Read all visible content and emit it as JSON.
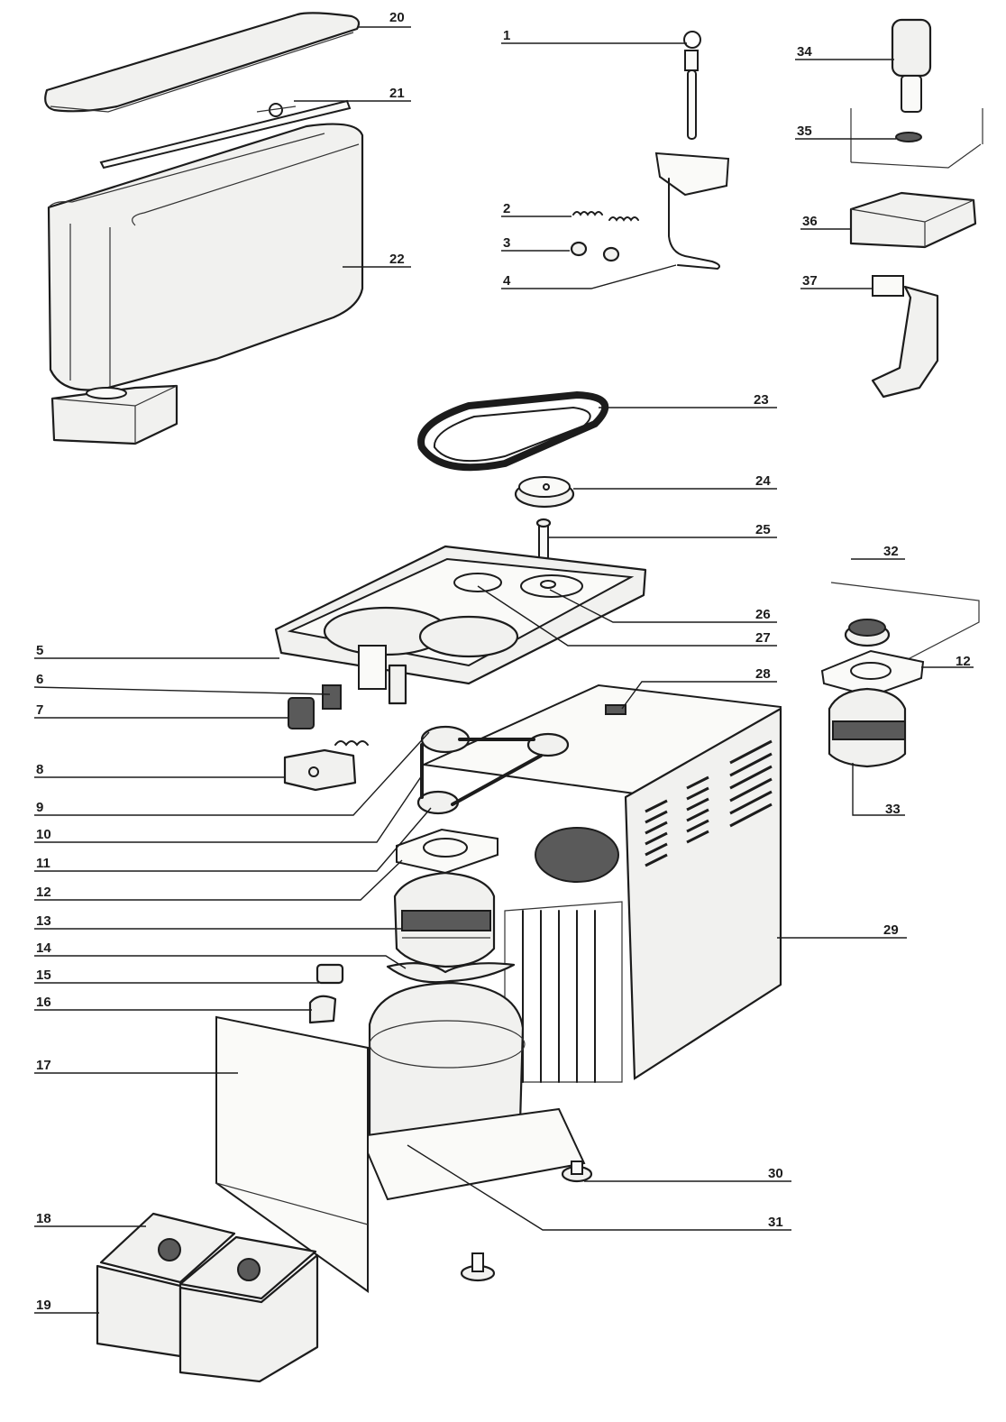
{
  "callouts": [
    {
      "id": "20",
      "label": "20"
    },
    {
      "id": "21",
      "label": "21"
    },
    {
      "id": "22",
      "label": "22"
    },
    {
      "id": "1",
      "label": "1"
    },
    {
      "id": "2",
      "label": "2"
    },
    {
      "id": "3",
      "label": "3"
    },
    {
      "id": "4",
      "label": "4"
    },
    {
      "id": "34",
      "label": "34"
    },
    {
      "id": "35",
      "label": "35"
    },
    {
      "id": "36",
      "label": "36"
    },
    {
      "id": "37",
      "label": "37"
    },
    {
      "id": "23",
      "label": "23"
    },
    {
      "id": "24",
      "label": "24"
    },
    {
      "id": "25",
      "label": "25"
    },
    {
      "id": "26",
      "label": "26"
    },
    {
      "id": "27",
      "label": "27"
    },
    {
      "id": "28",
      "label": "28"
    },
    {
      "id": "32",
      "label": "32"
    },
    {
      "id": "12r",
      "label": "12"
    },
    {
      "id": "33",
      "label": "33"
    },
    {
      "id": "5",
      "label": "5"
    },
    {
      "id": "6",
      "label": "6"
    },
    {
      "id": "7",
      "label": "7"
    },
    {
      "id": "8",
      "label": "8"
    },
    {
      "id": "9",
      "label": "9"
    },
    {
      "id": "10",
      "label": "10"
    },
    {
      "id": "11",
      "label": "11"
    },
    {
      "id": "12l",
      "label": "12"
    },
    {
      "id": "13",
      "label": "13"
    },
    {
      "id": "14",
      "label": "14"
    },
    {
      "id": "15",
      "label": "15"
    },
    {
      "id": "16",
      "label": "16"
    },
    {
      "id": "17",
      "label": "17"
    },
    {
      "id": "18",
      "label": "18"
    },
    {
      "id": "19",
      "label": "19"
    },
    {
      "id": "29",
      "label": "29"
    },
    {
      "id": "30",
      "label": "30"
    },
    {
      "id": "31",
      "label": "31"
    }
  ]
}
